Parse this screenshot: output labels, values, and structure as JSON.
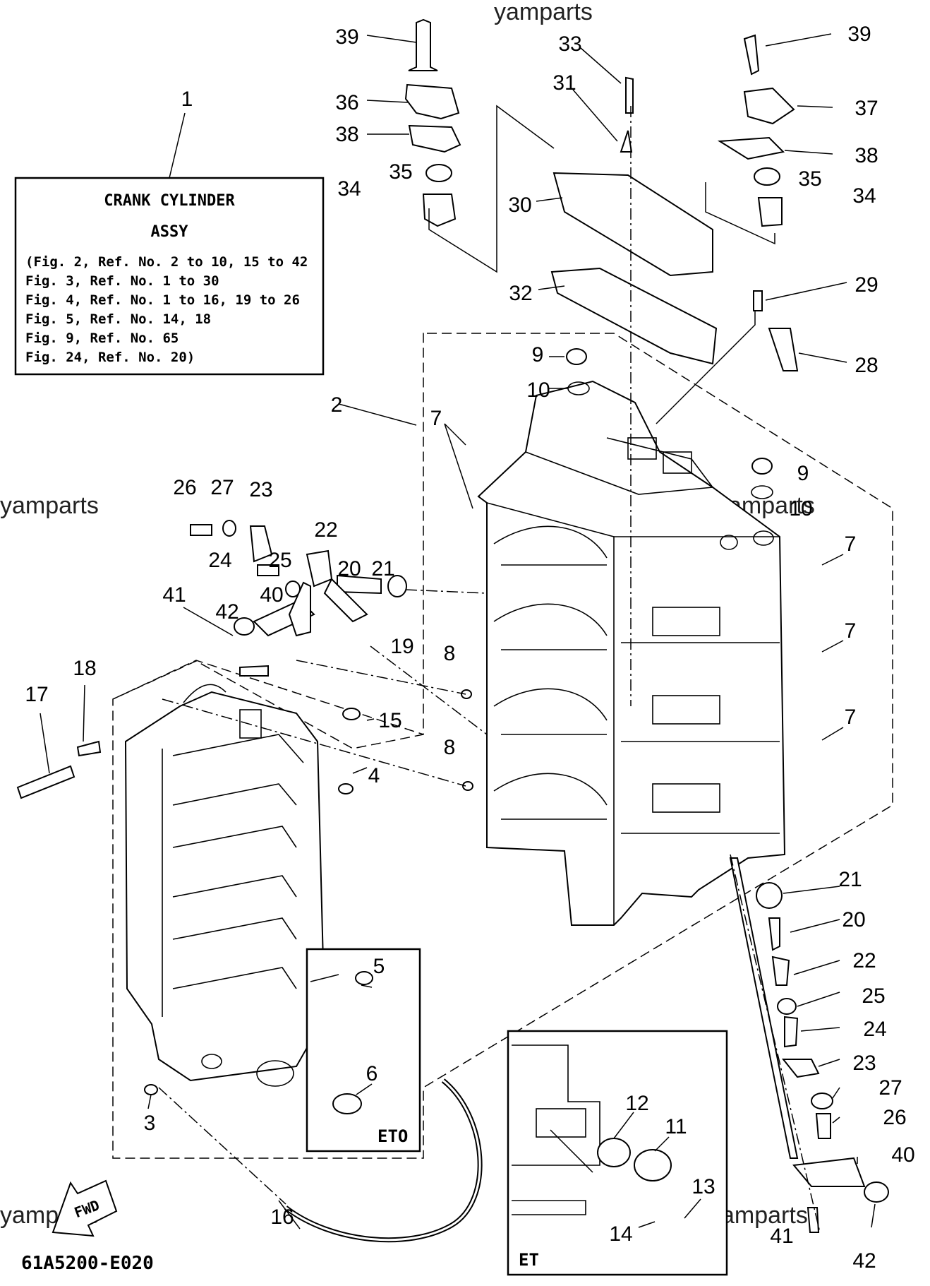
{
  "watermarks": {
    "top": "yamparts",
    "left": "yamparts",
    "mid_right": "yamparts",
    "center": "yamparts",
    "bottom_left": "yamparts",
    "bottom_right": "yamparts"
  },
  "assy_box": {
    "title_line1": "CRANK CYLINDER",
    "title_line2": "ASSY",
    "refs": [
      "(Fig. 2, Ref. No. 2 to 10, 15 to 42",
      " Fig. 3, Ref. No. 1 to 30",
      " Fig. 4, Ref. No. 1 to 16, 19 to 26",
      " Fig. 5, Ref. No. 14, 18",
      " Fig. 9, Ref. No. 65",
      " Fig. 24, Ref. No. 20)"
    ]
  },
  "callouts": {
    "c1": "1",
    "c2": "2",
    "c3": "3",
    "c4": "4",
    "c5": "5",
    "c6": "6",
    "c7a": "7",
    "c7b": "7",
    "c7c": "7",
    "c7d": "7",
    "c8a": "8",
    "c8b": "8",
    "c9a": "9",
    "c9b": "9",
    "c10a": "10",
    "c10b": "10",
    "c11": "11",
    "c12": "12",
    "c13": "13",
    "c14": "14",
    "c15": "15",
    "c16": "16",
    "c17": "17",
    "c18": "18",
    "c19": "19",
    "c20a": "20",
    "c20b": "20",
    "c21a": "21",
    "c21b": "21",
    "c22a": "22",
    "c22b": "22",
    "c23a": "23",
    "c23b": "23",
    "c24a": "24",
    "c24b": "24",
    "c25a": "25",
    "c25b": "25",
    "c26a": "26",
    "c26b": "26",
    "c27a": "27",
    "c27b": "27",
    "c28": "28",
    "c29": "29",
    "c30": "30",
    "c31": "31",
    "c32": "32",
    "c33": "33",
    "c34a": "34",
    "c34b": "34",
    "c35a": "35",
    "c35b": "35",
    "c36": "36",
    "c37": "37",
    "c38a": "38",
    "c38b": "38",
    "c39a": "39",
    "c39b": "39",
    "c40a": "40",
    "c40b": "40",
    "c41a": "41",
    "c41b": "41",
    "c42a": "42",
    "c42b": "42"
  },
  "insets": {
    "eto_label": "ETO",
    "et_label": "ET"
  },
  "fwd_label": "FWD",
  "figure_code": "61A5200-E020"
}
